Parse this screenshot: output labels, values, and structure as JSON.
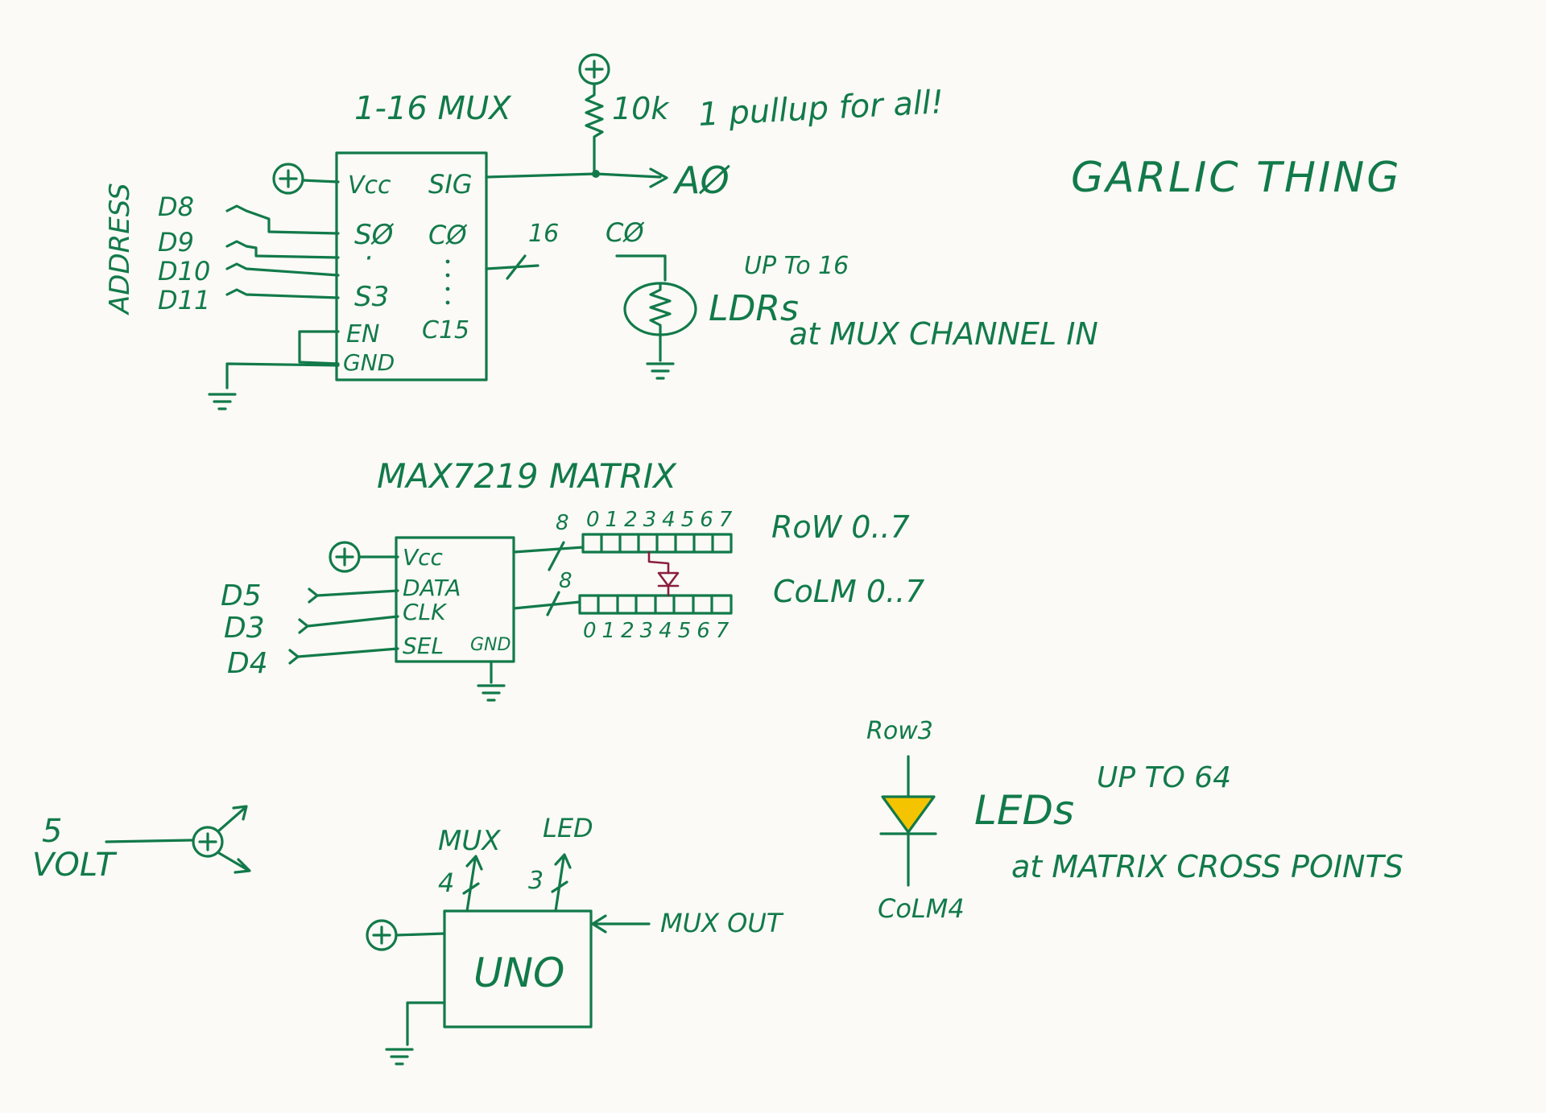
{
  "title": "GARLIC THING",
  "colors": {
    "ink": "#127a4a",
    "led_fill": "#f5c400",
    "accent": "#8a1f3c"
  },
  "mux": {
    "label": "1-16 MUX",
    "pins_left": {
      "vcc": "Vcc",
      "s0": "SØ",
      "dots": "·",
      "s3": "S3",
      "en": "EN",
      "gnd": "GND"
    },
    "pins_right": {
      "sig": "SIG",
      "c0": "CØ",
      "c15": "C15"
    },
    "address_label": "ADDRESS",
    "address_pins": [
      "D8",
      "D9",
      "D10",
      "D11"
    ],
    "bus_width": "16"
  },
  "pullup": {
    "value": "10k",
    "note": "1 pullup for all!",
    "output": "AØ"
  },
  "ldr": {
    "channel": "CØ",
    "label": "LDRs",
    "count": "UP To 16",
    "note": "at MUX CHANNEL IN"
  },
  "matrix": {
    "label": "MAX7219 MATRIX",
    "pins_left": [
      "Vcc",
      "DATA",
      "CLK",
      "SEL"
    ],
    "gnd_pin": "GND",
    "inputs": [
      "D5",
      "D3",
      "D4"
    ],
    "bus_row": "8",
    "bus_col": "8",
    "row_digits": "01234567",
    "col_digits": "01234567",
    "row_label": "RoW 0..7",
    "col_label": "CoLM 0..7"
  },
  "power": {
    "source": "5 VOLT",
    "symbol": "⊕"
  },
  "uno": {
    "label": "UNO",
    "mux_label": "MUX",
    "mux_count": "4",
    "led_label": "LED",
    "led_count": "3",
    "input_label": "MUX OUT"
  },
  "led": {
    "top_label": "Row3",
    "bottom_label": "CoLM4",
    "label": "LEDs",
    "count": "UP TO 64",
    "note": "at MATRIX CROSS POINTS"
  }
}
